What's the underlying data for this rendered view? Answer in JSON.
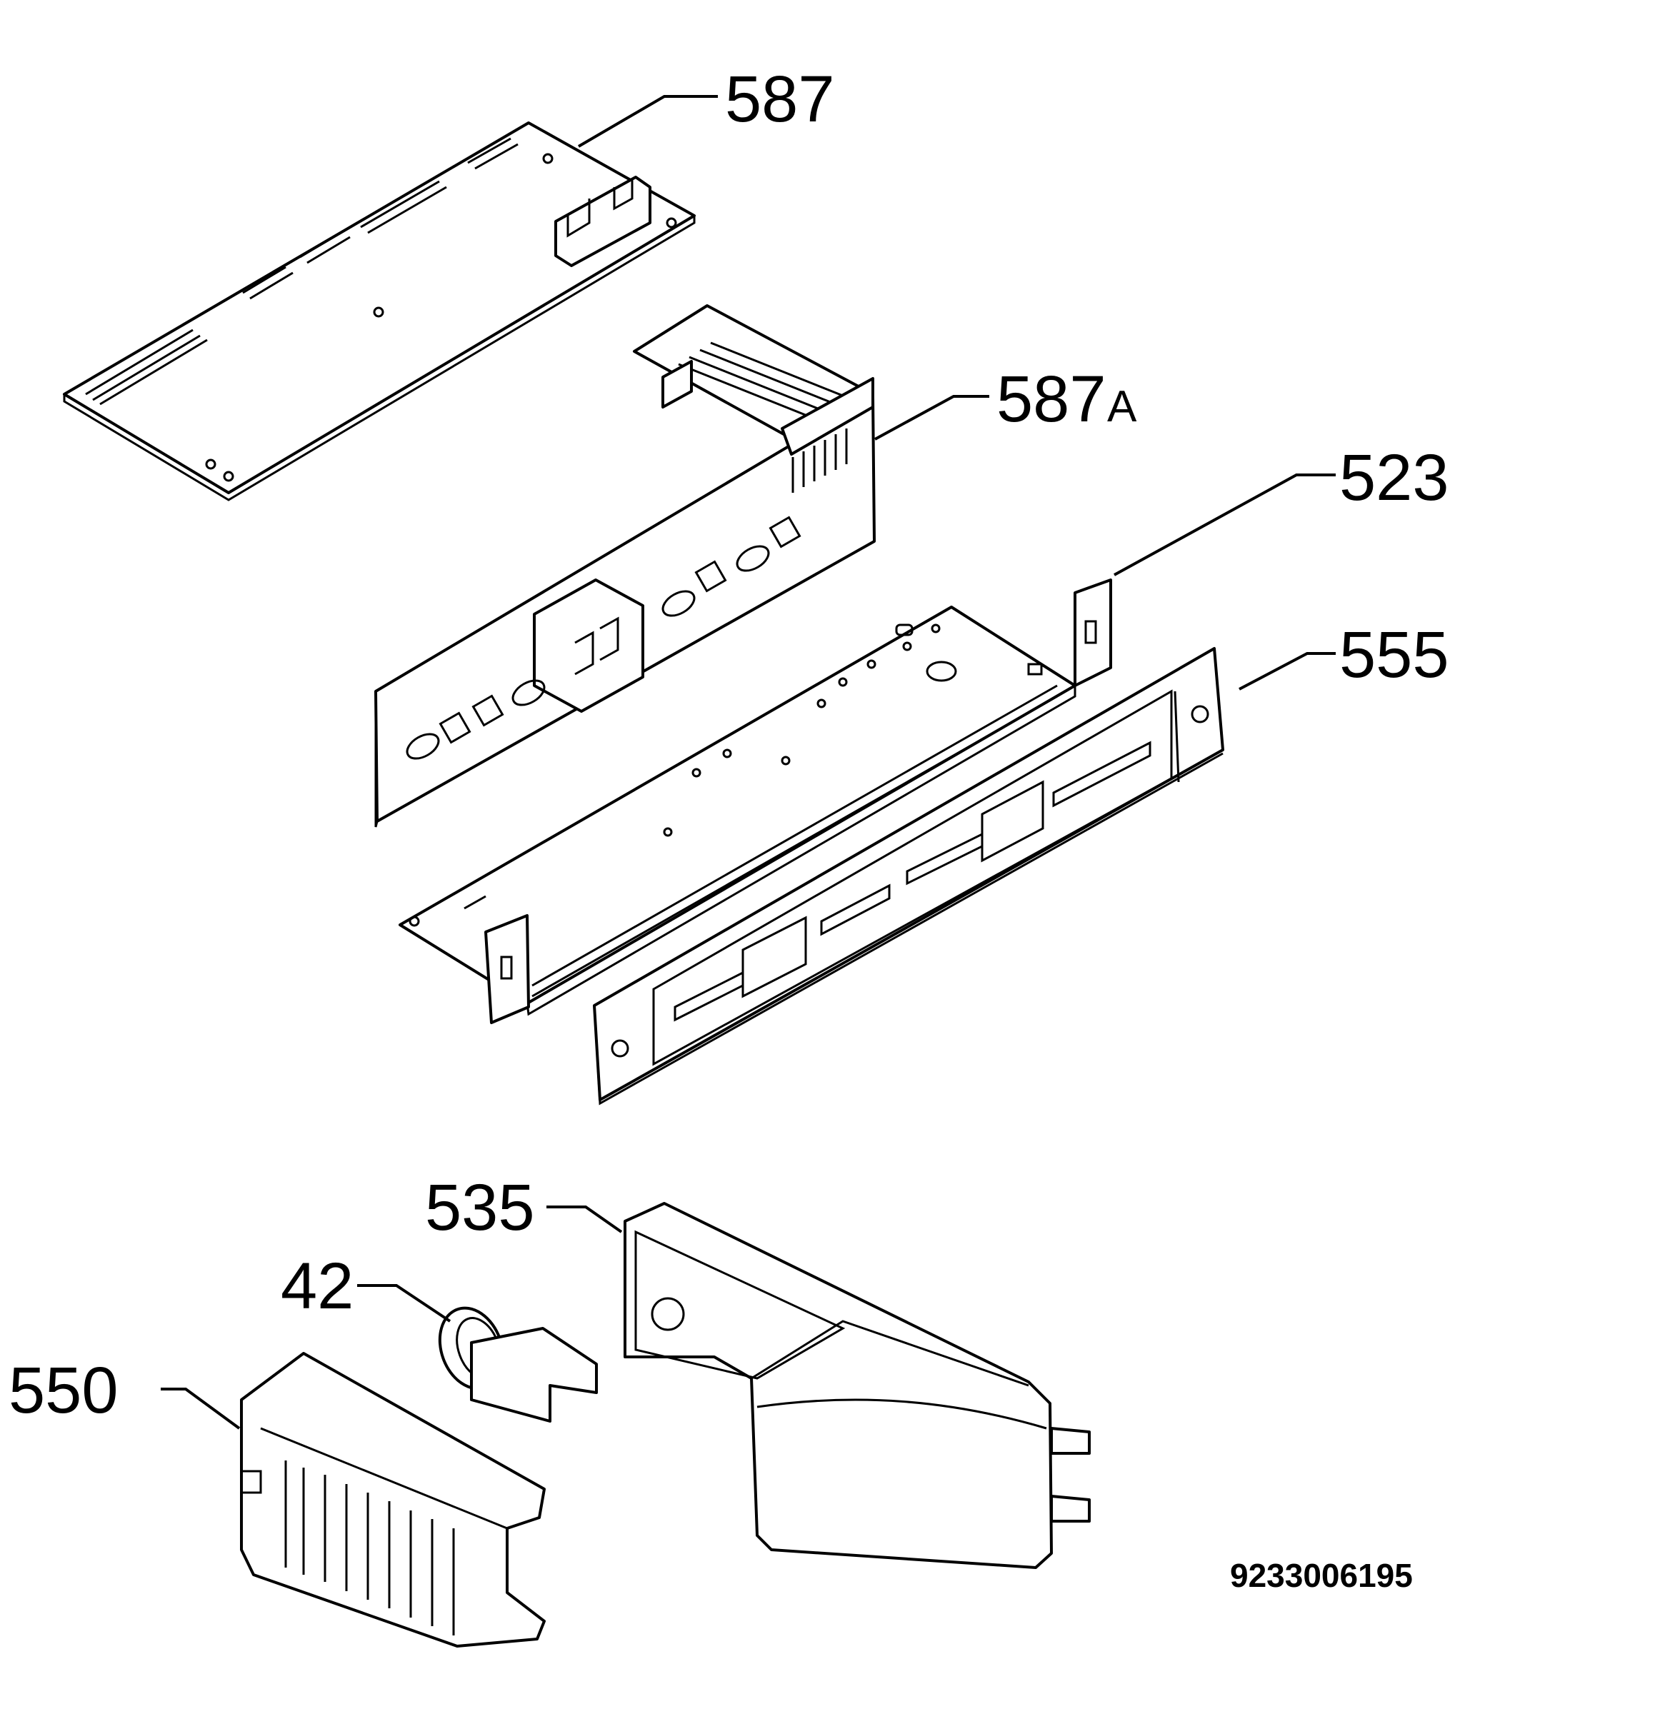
{
  "labels": {
    "p587": "587",
    "p587a_num": "587",
    "p587a_suffix": "A",
    "p523": "523",
    "p555": "555",
    "p535": "535",
    "p42": "42",
    "p550": "550"
  },
  "document_number": "9233006195"
}
